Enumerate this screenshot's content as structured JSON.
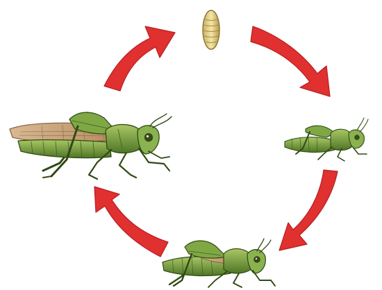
{
  "diagram": {
    "type": "life-cycle",
    "arrow_color": "#e0302f",
    "arrow_edge_color": "#b81e22",
    "stages": [
      {
        "id": "egg",
        "icon": "egg-icon"
      },
      {
        "id": "young-nymph",
        "icon": "grasshopper-nymph-icon"
      },
      {
        "id": "older-nymph",
        "icon": "grasshopper-nymph-wing-buds-icon"
      },
      {
        "id": "adult",
        "icon": "adult-grasshopper-icon"
      }
    ],
    "colors": {
      "body": "#6f9a3a",
      "body_light": "#a9c765",
      "body_dark": "#3f5f1e",
      "wing": "#c9a27a",
      "wing_dark": "#8a6644",
      "egg": "#e8d48e",
      "egg_dark": "#a48a3d"
    }
  }
}
